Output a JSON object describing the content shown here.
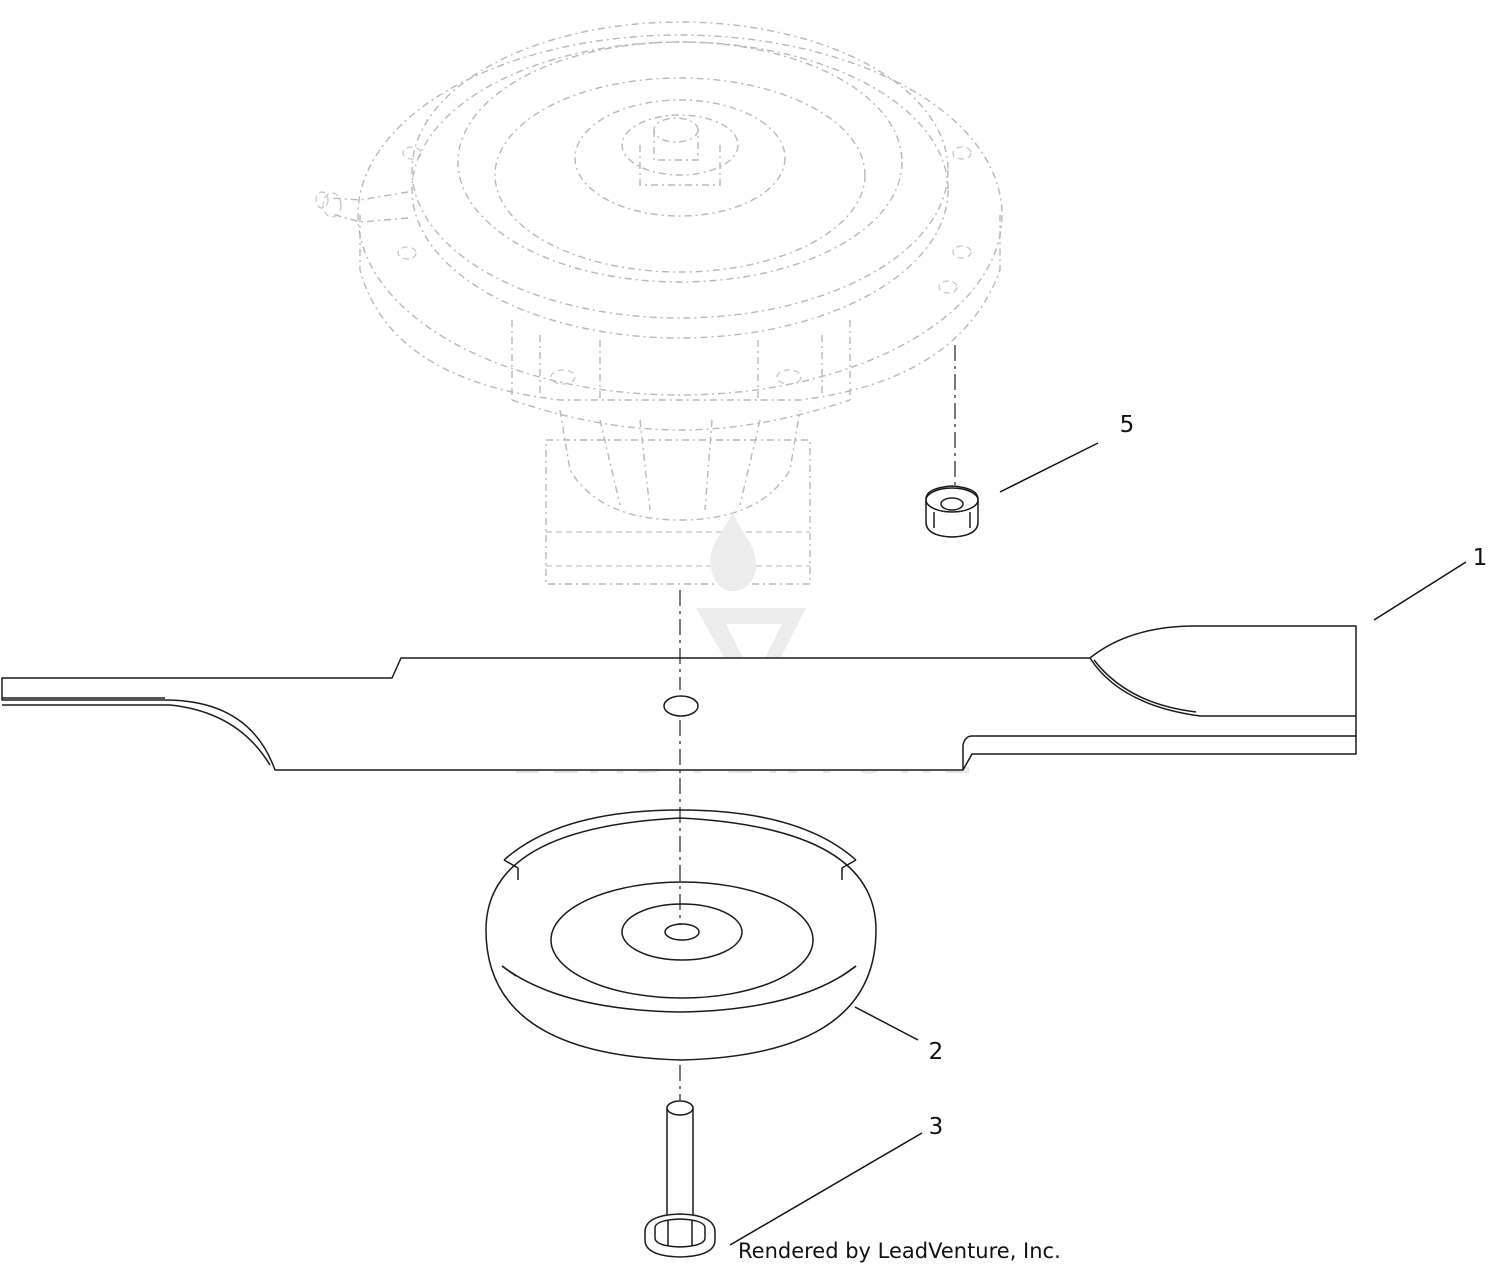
{
  "callouts": [
    {
      "id": "1",
      "label": "1"
    },
    {
      "id": "2",
      "label": "2"
    },
    {
      "id": "3",
      "label": "3"
    },
    {
      "id": "5",
      "label": "5"
    }
  ],
  "watermark": {
    "text": "LEADVENTURE"
  },
  "footer": {
    "text": "Rendered by LeadVenture, Inc."
  },
  "colors": {
    "line": "#1a1a1a",
    "phantom": "#b8b8b8",
    "watermark": "#ececec"
  }
}
